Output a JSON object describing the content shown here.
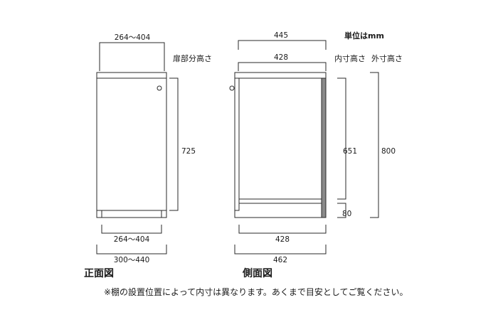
{
  "unit_label": "単位はmm",
  "front": {
    "title": "正面図",
    "top_dim": "264～404",
    "door_height_label": "扉部分高さ",
    "height_dim": "725",
    "bottom_inner_dim": "264～404",
    "bottom_outer_dim": "300～440"
  },
  "side": {
    "title": "側面図",
    "outer_top_dim": "445",
    "inner_top_dim": "428",
    "inner_height_label": "内寸高さ",
    "outer_height_label": "外寸高さ",
    "inner_height_dim": "651",
    "outer_height_dim": "800",
    "base_dim": "80",
    "bottom_inner_dim": "428",
    "bottom_outer_dim": "462"
  },
  "note": "※棚の設置位置によって内寸は異なります。あくまで目安としてご覧ください。"
}
